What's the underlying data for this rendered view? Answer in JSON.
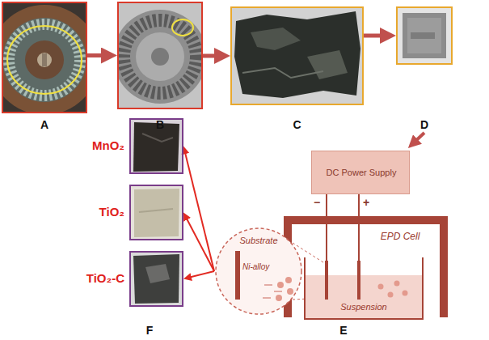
{
  "diagram": {
    "nodes": [
      {
        "text": [
          "A"
        ]
      },
      {
        "text": [
          "B"
        ]
      },
      {
        "text": [
          "C"
        ]
      },
      {
        "text": [
          "D"
        ]
      },
      {
        "text": [
          "E"
        ]
      },
      {
        "text": [
          "DC Power Supply"
        ],
        "in": 4
      },
      {
        "text": [
          "EPD Cell"
        ],
        "in": 4
      },
      {
        "text": [
          "Suspension"
        ],
        "in": 4
      },
      {
        "text": [
          "Substrate",
          "Ni-alloy"
        ],
        "in": 4
      },
      {
        "text": [
          "F"
        ]
      },
      {
        "text": [
          "MnO₂"
        ],
        "in": 9
      },
      {
        "text": [
          "TiO₂"
        ],
        "in": 9
      },
      {
        "text": [
          "TiO₂-C"
        ],
        "in": 9
      }
    ],
    "edges": [
      {
        "from": 0,
        "to": 1,
        "arrow": "to"
      },
      {
        "from": 1,
        "to": 2,
        "arrow": "to"
      },
      {
        "from": 2,
        "to": 3,
        "arrow": "to"
      },
      {
        "from": 3,
        "to": 4,
        "arrow": "to"
      },
      {
        "from": 8,
        "to": 10,
        "arrow": "to"
      },
      {
        "from": 8,
        "to": 11,
        "arrow": "to"
      },
      {
        "from": 8,
        "to": 12,
        "arrow": "to"
      }
    ],
    "labels": [
      "−",
      "+"
    ]
  }
}
